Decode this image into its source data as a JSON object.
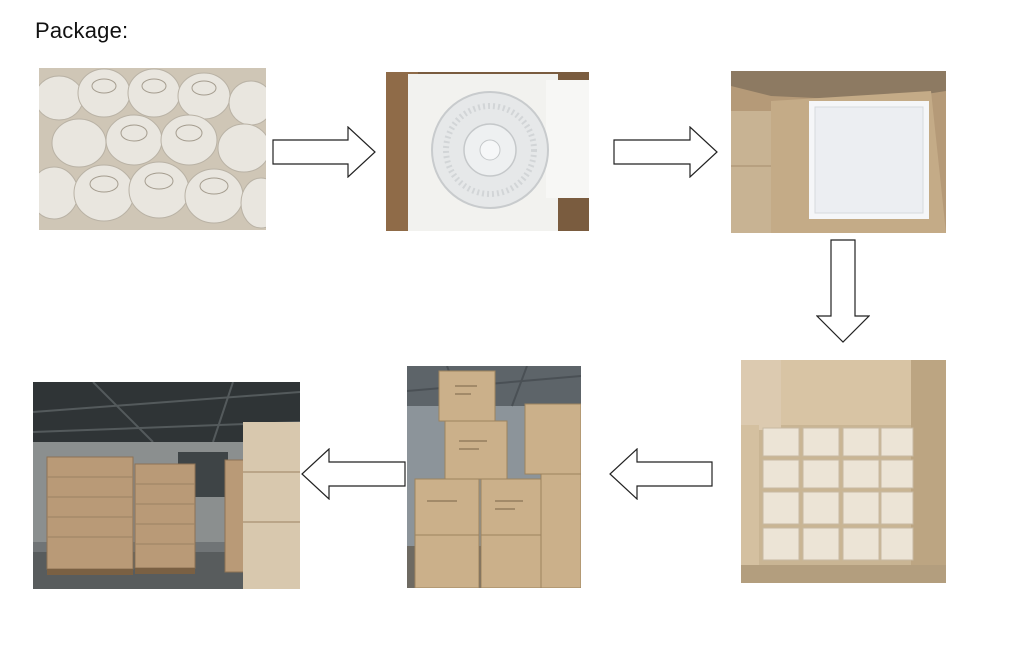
{
  "heading": "Package:",
  "steps": [
    {
      "icon": "wrapped-glass-bowls-photo"
    },
    {
      "icon": "bowl-on-foam-sheet-photo"
    },
    {
      "icon": "foam-lined-carton-photo"
    },
    {
      "icon": "filled-carton-photo"
    },
    {
      "icon": "sealed-cartons-photo"
    },
    {
      "icon": "warehouse-pallets-photo"
    }
  ],
  "arrows": [
    "right",
    "right",
    "down",
    "left",
    "left"
  ]
}
